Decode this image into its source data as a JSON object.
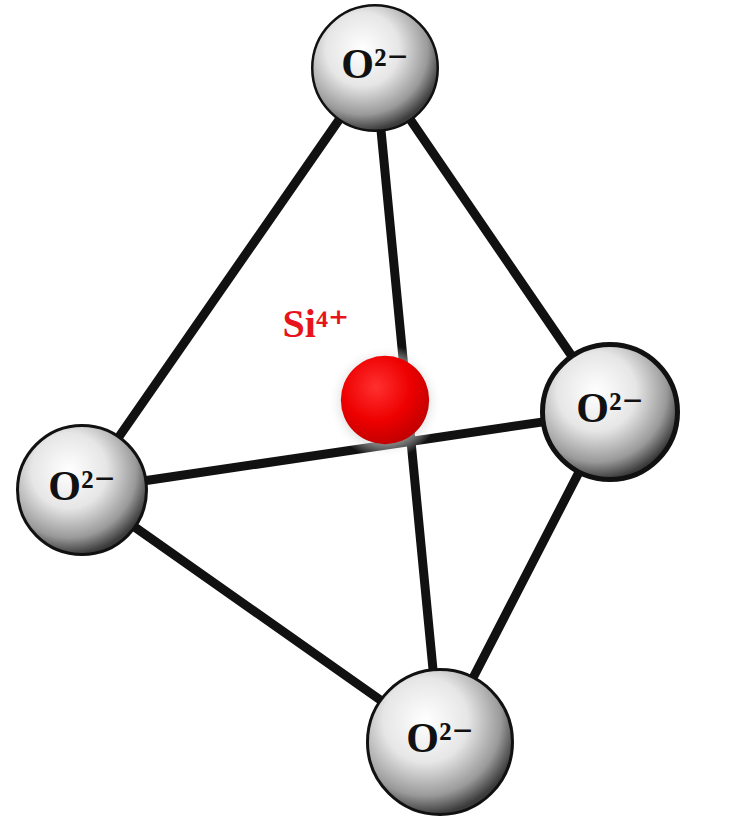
{
  "diagram": {
    "nodes": [
      {
        "text": [
          "O²⁻"
        ]
      },
      {
        "text": [
          "Si⁴⁺"
        ]
      },
      {
        "text": [
          "O²⁻"
        ]
      },
      {
        "text": [
          "O²⁻"
        ]
      },
      {
        "text": [
          "O²⁻"
        ]
      }
    ],
    "edges": [
      {
        "from": 0,
        "to": 3,
        "arrow": "none"
      },
      {
        "from": 0,
        "to": 2,
        "arrow": "none"
      },
      {
        "from": 0,
        "to": 4,
        "arrow": "none"
      },
      {
        "from": 3,
        "to": 2,
        "arrow": "none"
      },
      {
        "from": 3,
        "to": 4,
        "arrow": "none"
      },
      {
        "from": 2,
        "to": 4,
        "arrow": "none"
      }
    ]
  }
}
